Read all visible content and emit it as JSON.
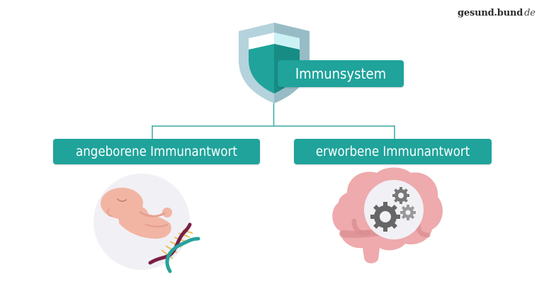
{
  "logo": {
    "name": "gesund.bund",
    "tld": "de"
  },
  "diagram": {
    "root": {
      "label": "Immunsystem",
      "icon": "shield-icon"
    },
    "children": [
      {
        "label": "angeborene Immunantwort",
        "icon": "fetus-dna-icon"
      },
      {
        "label": "erworbene Immunantwort",
        "icon": "brain-gears-icon"
      }
    ]
  },
  "colors": {
    "teal": "#1fa39b",
    "shield_outer": "#b4d3dc",
    "shield_light": "#cdf2f6",
    "brain_pink": "#eeaaac",
    "fetus_skin": "#f2b5a4",
    "dna_teal": "#27a39b",
    "dna_maroon": "#7a1f45",
    "dna_rungs": "#e8c35a",
    "gear_gray": "#666666"
  }
}
